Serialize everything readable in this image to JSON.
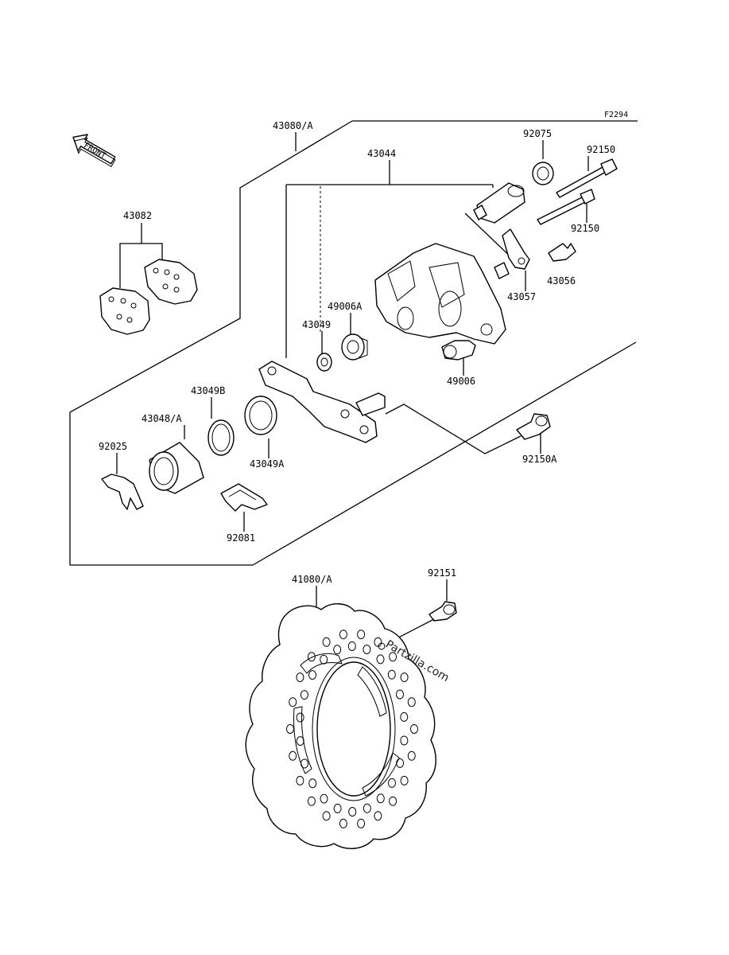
{
  "figure_code": "F2294",
  "front_label": "FRONT",
  "watermark": "Partzilla.com",
  "labels": {
    "p43080A": "43080/A",
    "p43044": "43044",
    "p92075": "92075",
    "p92150a": "92150",
    "p92150b": "92150",
    "p43082": "43082",
    "p43056": "43056",
    "p43057": "43057",
    "p49006A": "49006A",
    "p43049": "43049",
    "p49006": "49006",
    "p43049B": "43049B",
    "p43048A": "43048/A",
    "p92025": "92025",
    "p43049A": "43049A",
    "p92150A": "92150A",
    "p92081": "92081",
    "p41080A": "41080/A",
    "p92151": "92151"
  }
}
